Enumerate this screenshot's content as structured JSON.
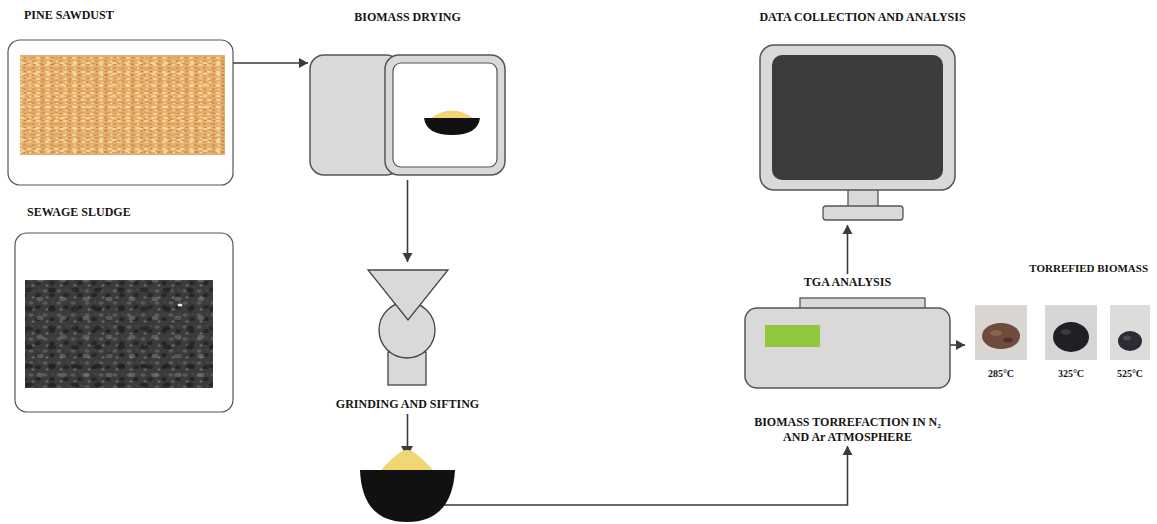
{
  "diagram": {
    "nodes": [
      {
        "text": [
          "PINE SAWDUST"
        ]
      },
      {
        "text": [
          "SEWAGE SLUDGE"
        ]
      },
      {
        "text": [
          "BIOMASS DRYING"
        ]
      },
      {
        "text": [
          "GRINDING AND SIFTING"
        ]
      },
      {
        "text": [
          "DATA COLLECTION AND ANALYSIS"
        ]
      },
      {
        "text": [
          "TGA ANALYSIS",
          "BIOMASS TORREFACTION IN N₂ AND Ar ATMOSPHERE"
        ]
      },
      {
        "text": [
          "TORREFIED BIOMASS"
        ]
      },
      {
        "text": [
          "285°C"
        ],
        "in": 6
      },
      {
        "text": [
          "325°C"
        ],
        "in": 6
      },
      {
        "text": [
          "525°C"
        ],
        "in": 6
      }
    ],
    "edges": [
      {
        "from": 0,
        "to": 2,
        "arrow": "to"
      },
      {
        "from": 2,
        "to": 3,
        "arrow": "to"
      },
      {
        "from": 3,
        "to": 5,
        "arrow": "to"
      },
      {
        "from": 5,
        "to": 4,
        "arrow": "to"
      },
      {
        "from": 5,
        "to": 6,
        "arrow": "to"
      }
    ]
  }
}
